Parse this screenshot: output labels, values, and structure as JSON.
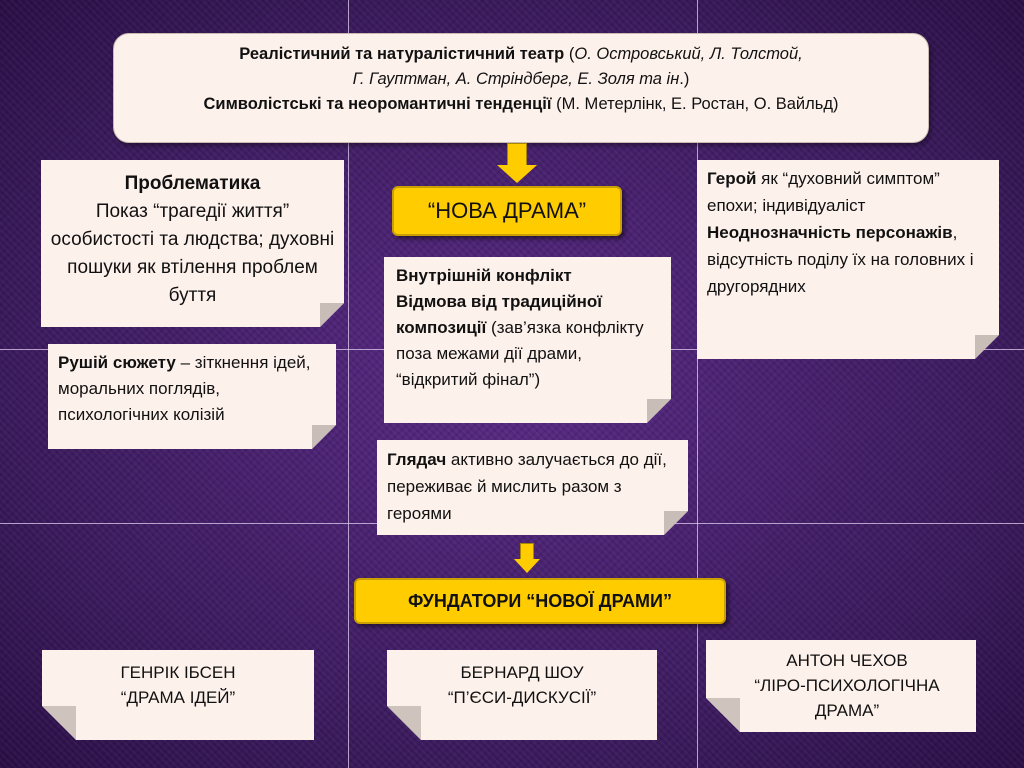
{
  "top_box": {
    "line1_bold": "Реалістичний та натуралістичний  театр",
    "line1_open": " (",
    "line1_italic": "О. Островський, Л. Толстой,",
    "line2_italic": "Г. Гауптман, А. Стріндберг,  Е. Золя та ін",
    "line2_end": ".)",
    "line3_bold": "Символістські та неоромантичні тенденції",
    "line3_rest": " (М. Метерлінк, Е. Ростан, О. Вайльд)"
  },
  "nova_drama": "“НОВА ДРАМА”",
  "problematics": {
    "title": "Проблематика",
    "text": "Показ “трагедії життя” особистості та людства; духовні пошуки як втілення проблем буття"
  },
  "plot_driver": {
    "bold": "Рушій сюжету",
    "text": " – зіткнення ідей, моральних поглядів, психологічних колізій"
  },
  "conflict": {
    "bold1": "Внутрішній конфлікт",
    "bold2": "Відмова від традиційної композиції",
    "text": " (зав’язка конфлікту поза межами  дії драми, “відкритий фінал”)"
  },
  "viewer": {
    "bold": "Глядач",
    "text": " активно залучається до дії, переживає й мислить разом з героями"
  },
  "hero": {
    "bold1": "Герой",
    "text1": "  як “духовний симптом” епохи; індивідуаліст",
    "bold2": "Неоднозначність персонажів",
    "text2": ", відсутність поділу їх на головних і другорядних"
  },
  "founders": {
    "label": "ФУНДАТОРИ  “НОВОЇ ДРАМИ”"
  },
  "cards": [
    {
      "name": "ГЕНРІК ІБСЕН",
      "sub": "“ДРАМА ІДЕЙ”"
    },
    {
      "name": "БЕРНАРД ШОУ",
      "sub": "“П’ЄСИ-ДИСКУСІЇ”"
    },
    {
      "name": "АНТОН ЧЕХОВ",
      "sub": "“ЛІРО-ПСИХОЛОГІЧНА ДРАМА”"
    }
  ],
  "colors": {
    "background": "#3a1a5c",
    "note": "#fdf1ec",
    "accent_yellow": "#ffcc00"
  }
}
